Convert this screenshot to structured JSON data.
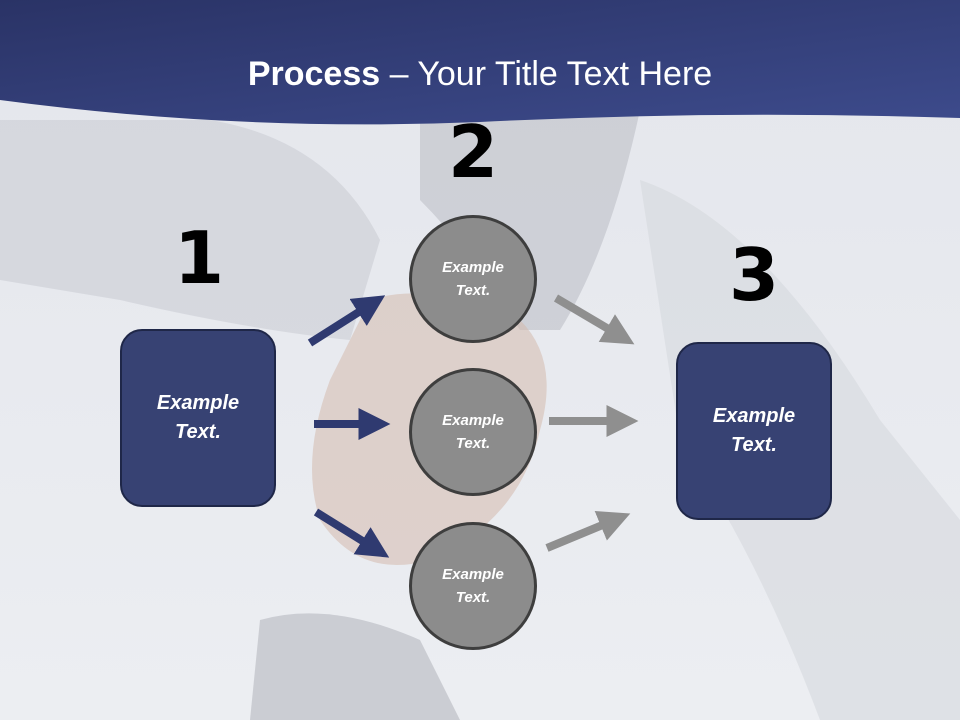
{
  "title": {
    "bold": "Process",
    "rest": " – Your Title Text Here"
  },
  "steps": {
    "one": "1",
    "two": "2",
    "three": "3"
  },
  "left_box": {
    "text": "Example Text."
  },
  "circles": [
    {
      "text": "Example Text."
    },
    {
      "text": "Example Text."
    },
    {
      "text": "Example Text."
    }
  ],
  "right_box": {
    "text": "Example Text."
  },
  "colors": {
    "header": "#2e3a72",
    "box_fill": "#374273",
    "circle_fill": "#8c8c8c",
    "arrow_blue": "#2f3a70",
    "arrow_gray": "#8f8f8f"
  }
}
